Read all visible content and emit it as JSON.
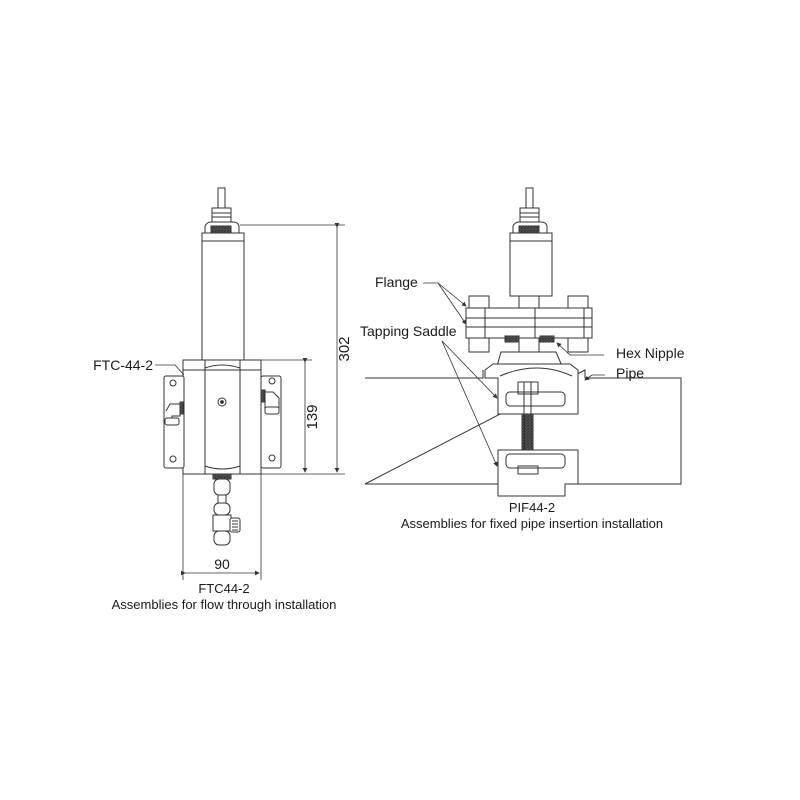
{
  "left_assembly": {
    "callout": "FTC-44-2",
    "dim_total_height": "302",
    "dim_body_height": "139",
    "dim_width": "90",
    "model": "FTC44-2",
    "caption": "Assemblies for flow through installation"
  },
  "right_assembly": {
    "callouts": {
      "flange": "Flange",
      "tapping_saddle": "Tapping Saddle",
      "hex_nipple": "Hex Nipple",
      "pipe": "Pipe"
    },
    "model": "PIF44-2",
    "caption": "Assemblies for fixed pipe insertion installation"
  }
}
